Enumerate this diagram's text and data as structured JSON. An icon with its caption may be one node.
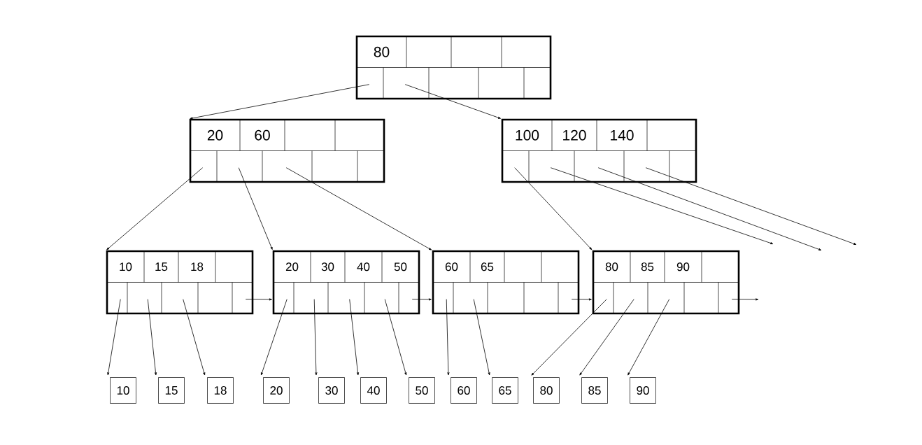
{
  "diagram": {
    "nodes": [
      {
        "text": [
          "80"
        ]
      },
      {
        "text": [
          "20",
          "60"
        ]
      },
      {
        "text": [
          "100",
          "120",
          "140"
        ]
      },
      {
        "text": [
          "10",
          "15",
          "18"
        ]
      },
      {
        "text": [
          "20",
          "30",
          "40",
          "50"
        ]
      },
      {
        "text": [
          "60",
          "65"
        ]
      },
      {
        "text": [
          "80",
          "85",
          "90"
        ]
      },
      {
        "text": [
          "10"
        ]
      },
      {
        "text": [
          "15"
        ]
      },
      {
        "text": [
          "18"
        ]
      },
      {
        "text": [
          "20"
        ]
      },
      {
        "text": [
          "30"
        ]
      },
      {
        "text": [
          "40"
        ]
      },
      {
        "text": [
          "50"
        ]
      },
      {
        "text": [
          "60"
        ]
      },
      {
        "text": [
          "65"
        ]
      },
      {
        "text": [
          "80"
        ]
      },
      {
        "text": [
          "85"
        ]
      },
      {
        "text": [
          "90"
        ]
      }
    ],
    "edges": [
      {
        "from": 0,
        "to": 1,
        "arrow": "to"
      },
      {
        "from": 0,
        "to": 2,
        "arrow": "to"
      },
      {
        "from": 1,
        "to": 3,
        "arrow": "to"
      },
      {
        "from": 1,
        "to": 4,
        "arrow": "to"
      },
      {
        "from": 1,
        "to": 5,
        "arrow": "to"
      },
      {
        "from": 2,
        "to": 6,
        "arrow": "to"
      },
      {
        "from": 2,
        "to": null,
        "arrow": "to"
      },
      {
        "from": 2,
        "to": null,
        "arrow": "to"
      },
      {
        "from": 2,
        "to": null,
        "arrow": "to"
      },
      {
        "from": 3,
        "to": 4,
        "arrow": "to"
      },
      {
        "from": 4,
        "to": 5,
        "arrow": "to"
      },
      {
        "from": 5,
        "to": 6,
        "arrow": "to"
      },
      {
        "from": 6,
        "to": null,
        "arrow": "to"
      },
      {
        "from": 3,
        "to": 7,
        "arrow": "to"
      },
      {
        "from": 3,
        "to": 8,
        "arrow": "to"
      },
      {
        "from": 3,
        "to": 9,
        "arrow": "to"
      },
      {
        "from": 4,
        "to": 10,
        "arrow": "to"
      },
      {
        "from": 4,
        "to": 11,
        "arrow": "to"
      },
      {
        "from": 4,
        "to": 12,
        "arrow": "to"
      },
      {
        "from": 4,
        "to": 13,
        "arrow": "to"
      },
      {
        "from": 5,
        "to": 14,
        "arrow": "to"
      },
      {
        "from": 5,
        "to": 15,
        "arrow": "to"
      },
      {
        "from": 6,
        "to": 16,
        "arrow": "to"
      },
      {
        "from": 6,
        "to": 17,
        "arrow": "to"
      },
      {
        "from": 6,
        "to": 18,
        "arrow": "to"
      }
    ]
  }
}
